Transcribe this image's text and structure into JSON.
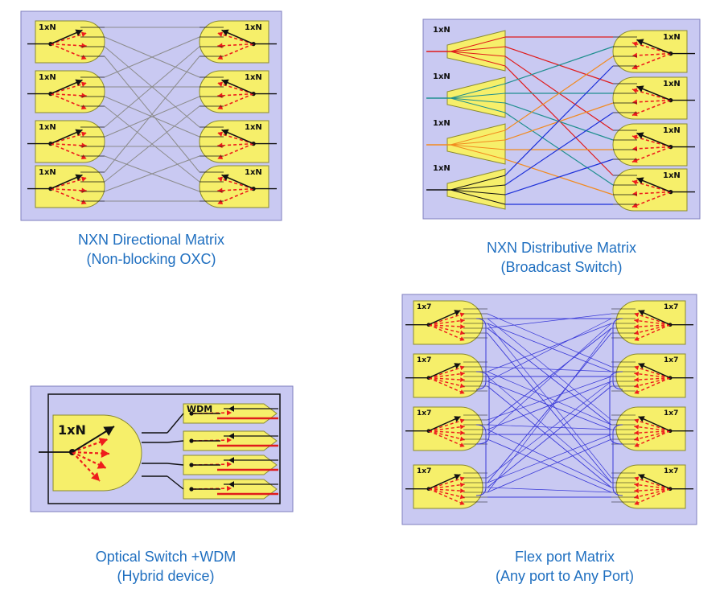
{
  "diagrams": [
    {
      "id": "directional",
      "module_label": "1xN",
      "caption": [
        "NXN Directional Matrix",
        "(Non-blocking OXC)"
      ]
    },
    {
      "id": "distributive",
      "module_label": "1xN",
      "splitter_label": "1xN",
      "caption": [
        "NXN Distributive Matrix",
        "(Broadcast Switch)"
      ]
    },
    {
      "id": "hybrid",
      "switch_label": "1xN",
      "wdm_label": "WDM",
      "caption": [
        "Optical Switch +WDM",
        "(Hybrid device)"
      ]
    },
    {
      "id": "flexport",
      "module_label": "1x7",
      "caption": [
        "Flex port Matrix",
        "(Any port to Any Port)"
      ]
    }
  ],
  "colors": {
    "panel_fill": "#c9c9f2",
    "panel_border": "#7f7fbf",
    "module_fill": "#f6ef6a",
    "module_border": "#8a8a30",
    "arrow_red": "#ee1c1c",
    "gray_line": "#8c8c8c",
    "blue_line": "#3a3ad8",
    "caption": "#1f6fc0",
    "fiber_red": "#e01b1b",
    "fiber_orange": "#f28a1e",
    "fiber_teal": "#1f8f8f",
    "fiber_blue": "#1c2fd8"
  }
}
